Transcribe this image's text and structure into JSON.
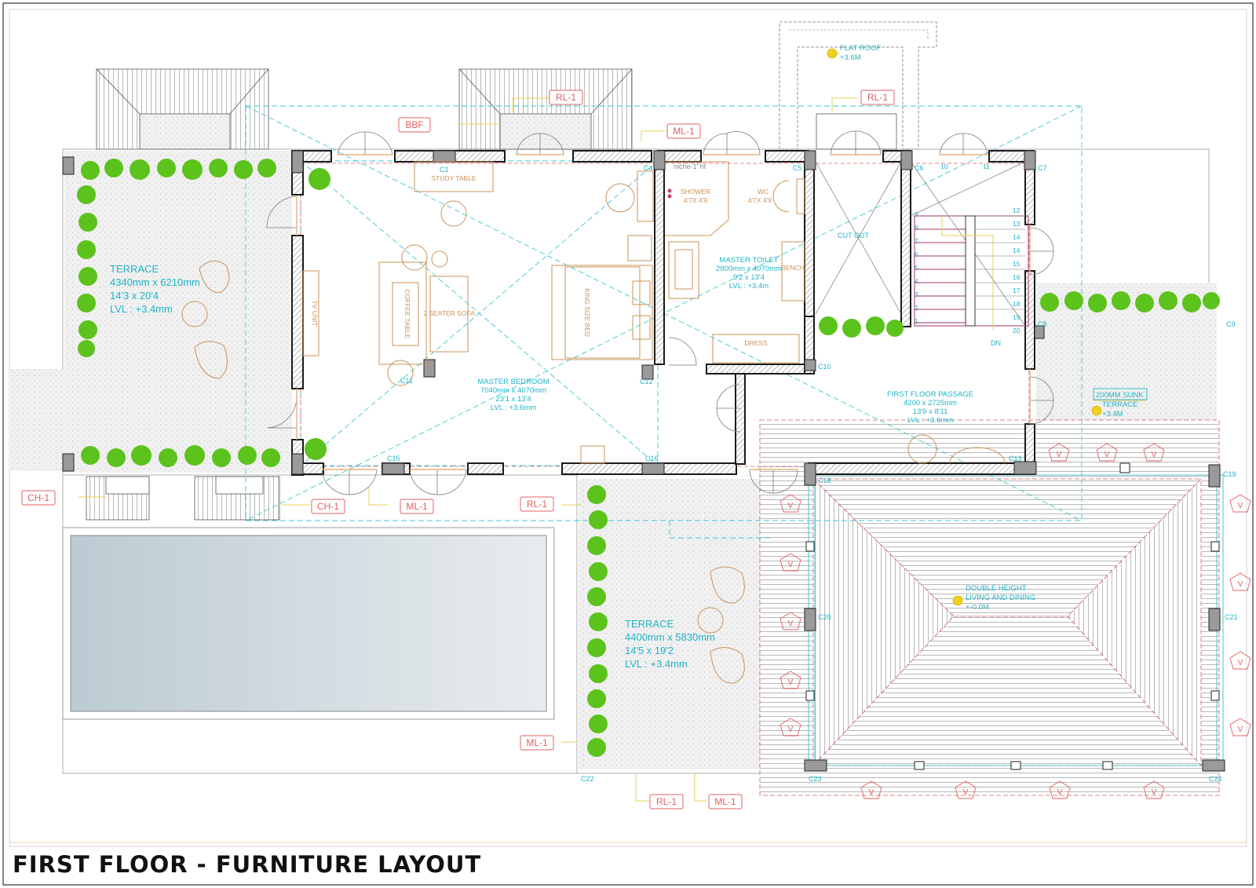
{
  "title": "FIRST FLOOR - FURNITURE LAYOUT",
  "rooms": {
    "terrace_west": {
      "name": "TERRACE",
      "size_mm": "4340mm x 6210mm",
      "size_ft": "14'3 x 20'4",
      "level": "LVL : +3.4mm"
    },
    "master_bedroom": {
      "name": "MASTER BEDROOM",
      "size_mm": "7040mm x 4070mm",
      "size_ft": "23'1 x 13'4",
      "level": "LVL : +3.6mm"
    },
    "master_toilet": {
      "name": "MASTER TOILET",
      "size_mm": "2800mm x 4070mm",
      "size_ft": "9'2 x 13'4",
      "level": "LVL : +3.4m"
    },
    "first_floor_passage": {
      "name": "FIRST FLOOR PASSAGE",
      "size_mm": "4200 x 2725mm",
      "size_ft": "13'9 x 8'11",
      "level": "LVL : +3.6mm"
    },
    "terrace_south": {
      "name": "TERRACE",
      "size_mm": "4400mm x 5830mm",
      "size_ft": "14'5 x 19'2",
      "level": "LVL : +3.4mm"
    }
  },
  "fixtures": {
    "study_table": "STUDY TABLE",
    "tv_unit": "TV UNIT",
    "coffee_table": "COFFEE TABLE",
    "sofa": "2 SEATER SOFA",
    "bed": "KING SIZE BED",
    "shower": "SHOWER",
    "shower_size": "4'7X 4'9",
    "wc": "WC",
    "wc_size": "4'7X 4'9",
    "bench": "BENCH",
    "dress": "DRESS",
    "niche": "niche-1' ht",
    "cut_out": "CUT OUT",
    "dn": "DN"
  },
  "annotations": {
    "flat_roof": "FLAT ROOF",
    "flat_roof_lvl": "+3.6M",
    "sunk": "200MM SUNK",
    "sunk_terrace": "TERRACE",
    "sunk_lvl": "+3.4M",
    "double_height_1": "DOUBLE HEIGHT",
    "double_height_2": "LIVING AND DINING",
    "double_height_lvl": "+-0.0M"
  },
  "tags": {
    "rl1": "RL-1",
    "ml1": "ML-1",
    "bbf": "BBF",
    "ch1": "CH-1"
  },
  "columns": [
    "C1",
    "C4",
    "C5",
    "C6",
    "C7",
    "C8",
    "C9",
    "C10",
    "C11",
    "C12",
    "C13",
    "C15",
    "C16",
    "C18",
    "C19",
    "C20",
    "C21",
    "C22",
    "C23",
    "C24"
  ],
  "stair_steps": [
    "1",
    "2",
    "3",
    "4",
    "5",
    "6",
    "7",
    "8",
    "9",
    "10",
    "11",
    "12",
    "13",
    "14",
    "14",
    "15",
    "16",
    "17",
    "18",
    "19",
    "20"
  ],
  "colors": {
    "wall": "#1a1a1a",
    "column": "#9a9a9a",
    "cyan": "#1fb4c8",
    "tan": "#c9935a",
    "red": "#e06060",
    "plant": "#5cc21c",
    "pool": "#cfd8dd",
    "stair": "#a3336e"
  }
}
